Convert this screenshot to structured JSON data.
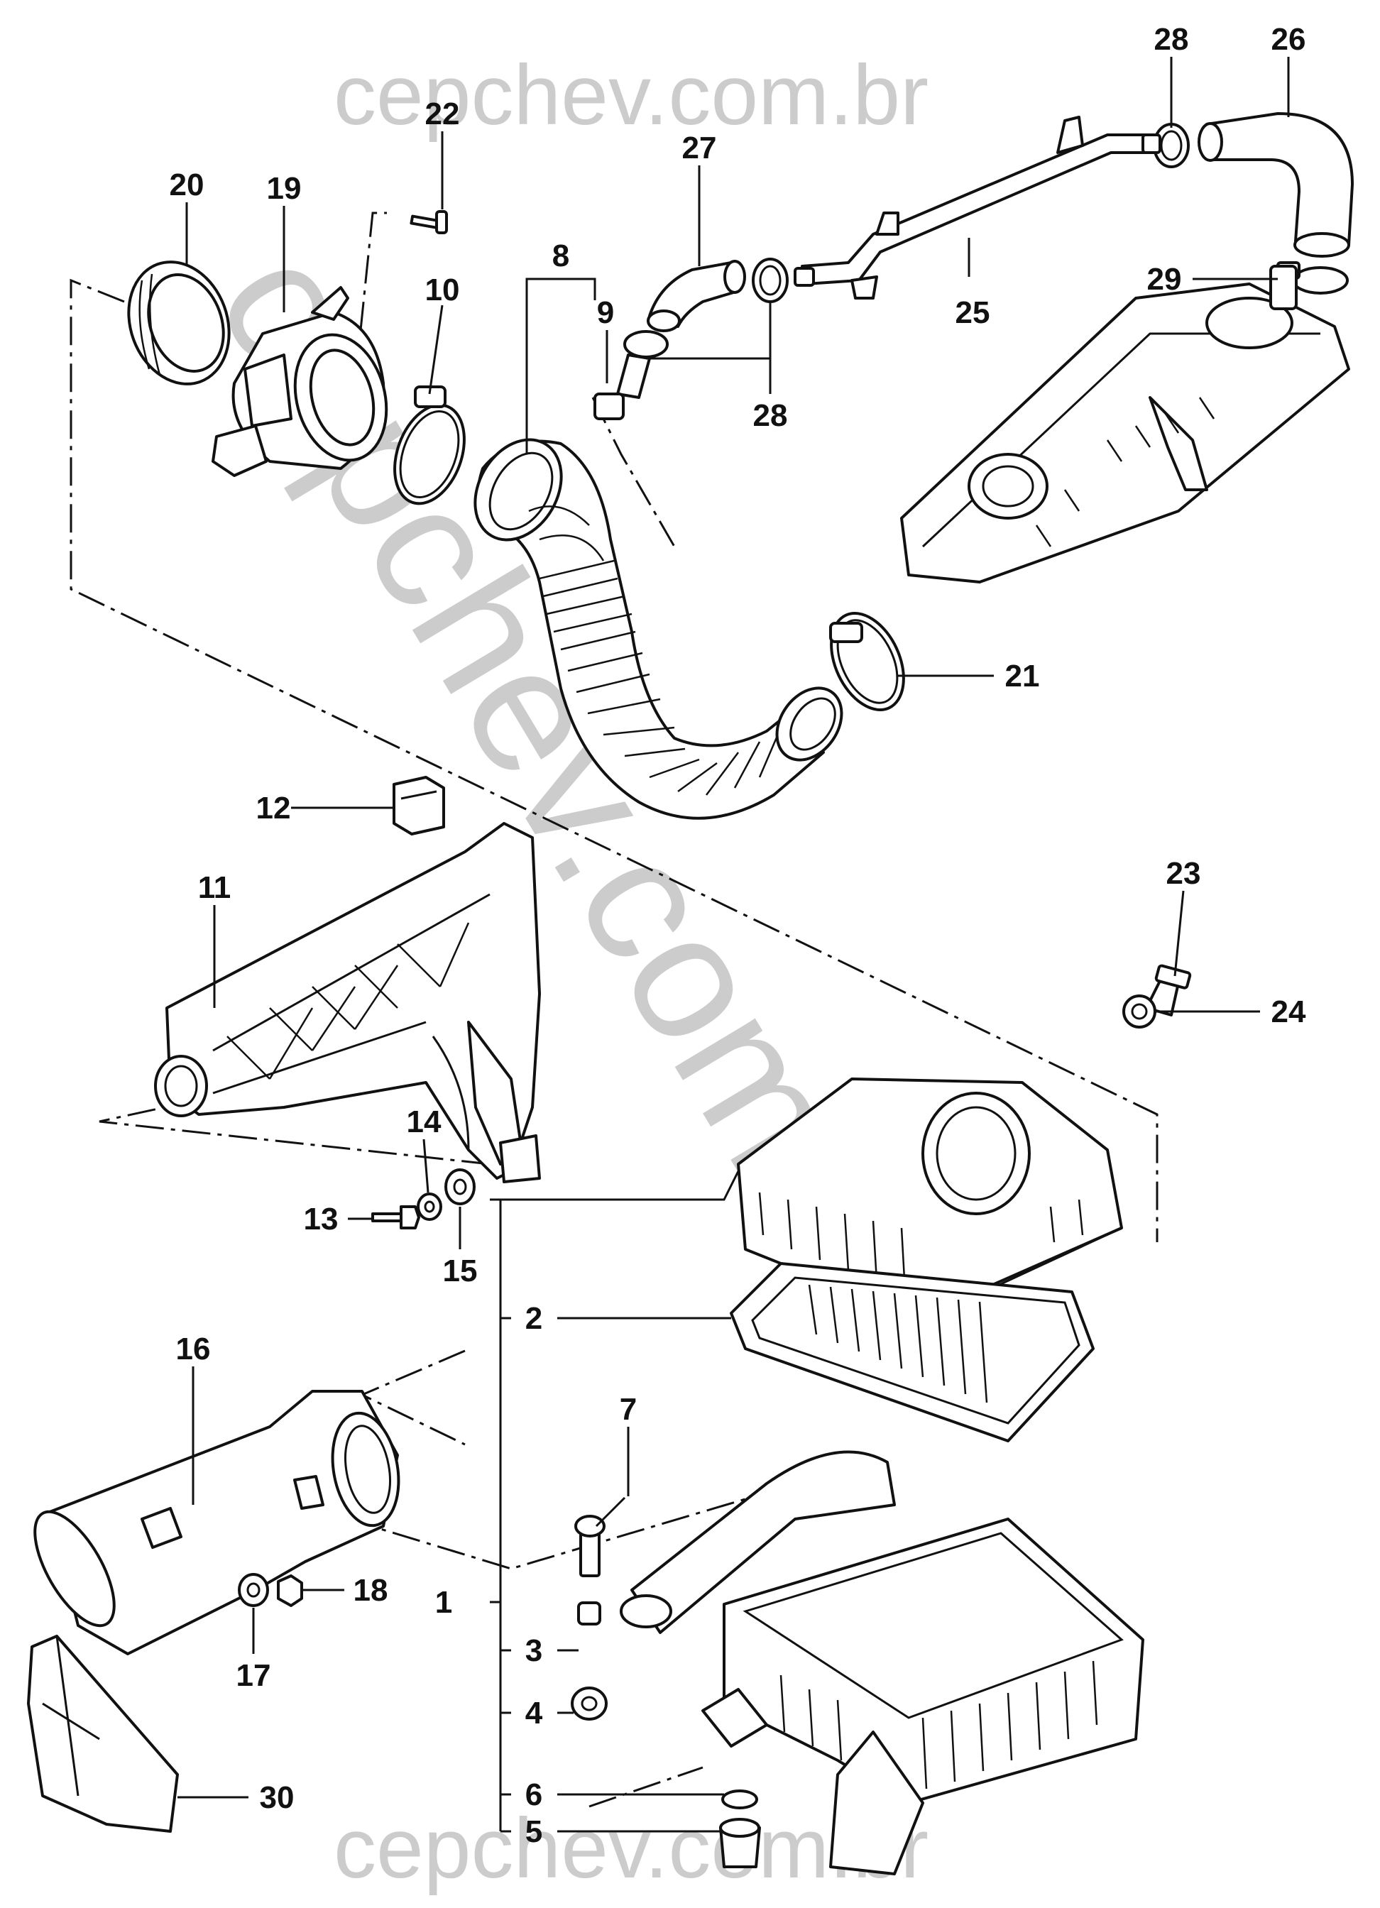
{
  "watermark": {
    "top": "cepchev.com.br",
    "diagonal": "cepchev.com.br",
    "bottom": "cepchev.com.br",
    "color": "#cccccc"
  },
  "callouts": [
    "1",
    "2",
    "3",
    "4",
    "5",
    "6",
    "7",
    "8",
    "9",
    "10",
    "11",
    "12",
    "13",
    "14",
    "15",
    "16",
    "17",
    "18",
    "19",
    "20",
    "21",
    "22",
    "23",
    "24",
    "25",
    "26",
    "27",
    "28",
    "28",
    "29",
    "30"
  ]
}
